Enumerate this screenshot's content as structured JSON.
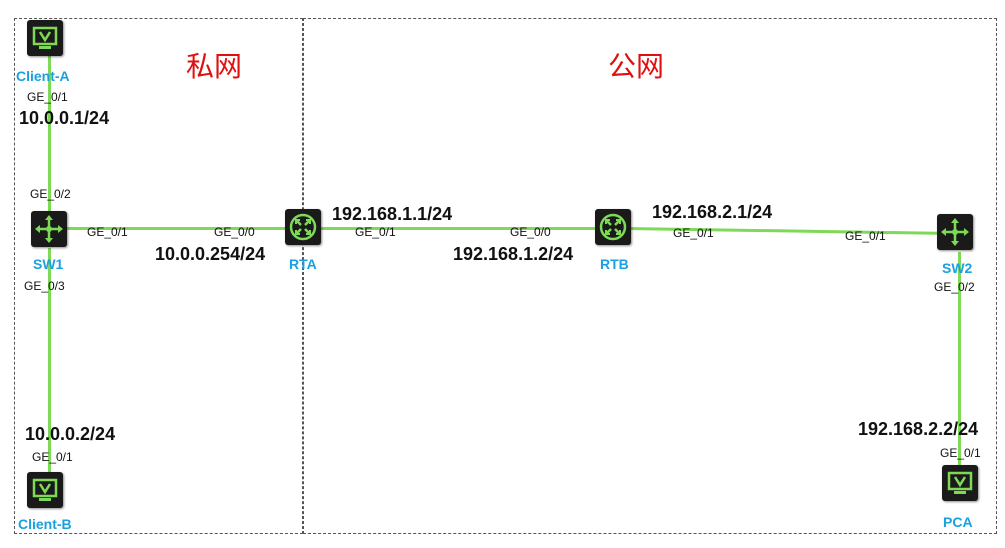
{
  "zones": {
    "private": {
      "label": "私网"
    },
    "public": {
      "label": "公网"
    }
  },
  "devices": {
    "client_a": {
      "name": "Client-A",
      "icon": "terminal-icon"
    },
    "client_b": {
      "name": "Client-B",
      "icon": "terminal-icon"
    },
    "sw1": {
      "name": "SW1",
      "icon": "switch-icon"
    },
    "rta": {
      "name": "RTA",
      "icon": "router-icon"
    },
    "rtb": {
      "name": "RTB",
      "icon": "router-icon"
    },
    "sw2": {
      "name": "SW2",
      "icon": "switch-icon"
    },
    "pca": {
      "name": "PCA",
      "icon": "terminal-icon"
    }
  },
  "ports": {
    "client_a_ge01": "GE_0/1",
    "sw1_ge02": "GE_0/2",
    "sw1_ge01": "GE_0/1",
    "sw1_ge03": "GE_0/3",
    "client_b_ge01": "GE_0/1",
    "rta_ge00": "GE_0/0",
    "rta_ge01": "GE_0/1",
    "rtb_ge00": "GE_0/0",
    "rtb_ge01": "GE_0/1",
    "sw2_ge01": "GE_0/1",
    "sw2_ge02": "GE_0/2",
    "pca_ge01": "GE_0/1"
  },
  "ips": {
    "client_a": "10.0.0.1/24",
    "client_b": "10.0.0.2/24",
    "rta_ge00": "10.0.0.254/24",
    "rta_ge01": "192.168.1.1/24",
    "rtb_ge00": "192.168.1.2/24",
    "rtb_ge01": "192.168.2.1/24",
    "pca": "192.168.2.2/24"
  },
  "colors": {
    "device_bg": "#1a1a1a",
    "device_accent": "#7ed957",
    "device_label": "#1aa0e0",
    "link": "#7ed957",
    "zone_label": "#e01010"
  }
}
